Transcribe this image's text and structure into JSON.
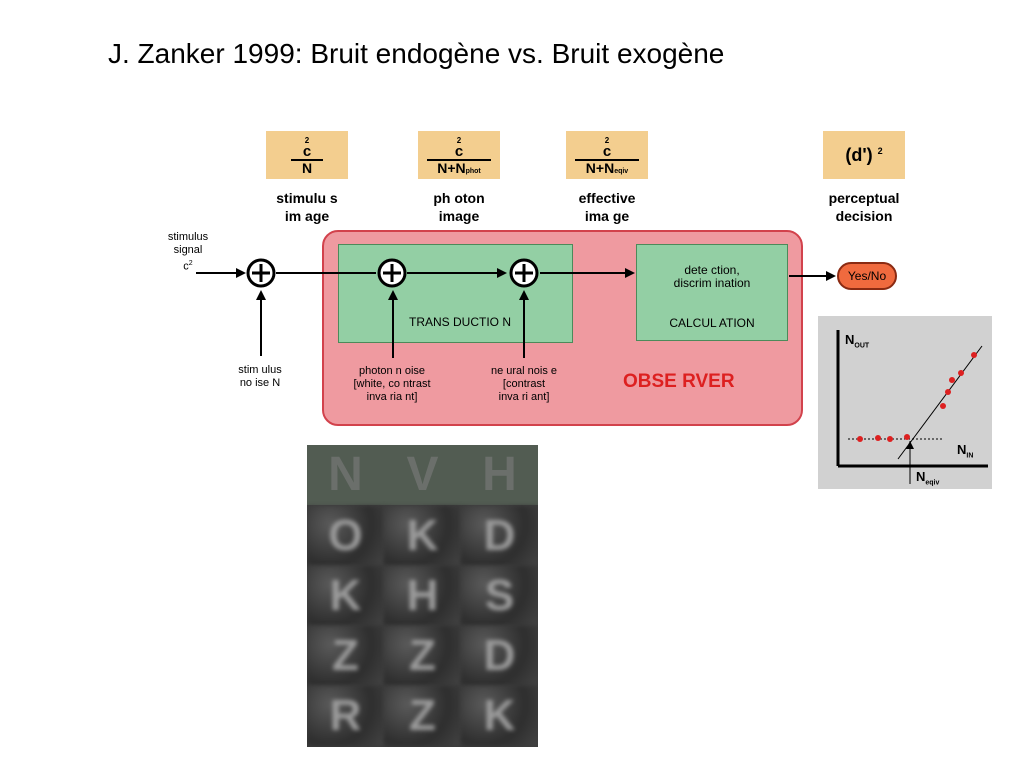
{
  "title": "J. Zanker 1999: Bruit endogène vs. Bruit exogène",
  "formulas": {
    "stimulus": {
      "sup": "2",
      "num": "c",
      "den": "N"
    },
    "photon": {
      "sup": "2",
      "num": "c",
      "den": "N+N",
      "sub": "phot"
    },
    "effective": {
      "sup": "2",
      "num": "c",
      "den": "N+N",
      "sub": "eqiv"
    },
    "decision": {
      "text": "(d')",
      "sup": "2"
    }
  },
  "captions": {
    "stimulus_line1": "stimulu s",
    "stimulus_line2": "im age",
    "photon_line1": "ph oton",
    "photon_line2": "image",
    "effective_line1": "effective",
    "effective_line2": "ima ge",
    "decision_line1": "perceptual",
    "decision_line2": "decision"
  },
  "labels": {
    "stimulus_signal_1": "stimulus",
    "stimulus_signal_2": "signal",
    "stimulus_signal_c": "c",
    "stimulus_signal_sup": "2",
    "stimulus_noise_1": "stim ulus",
    "stimulus_noise_2": "no ise N",
    "photon_noise_1": "photon n oise",
    "photon_noise_2": "[white, co ntrast",
    "photon_noise_3": "inva ria nt]",
    "neural_noise_1": "ne ural nois e",
    "neural_noise_2": "[contrast",
    "neural_noise_3": "inva ri ant]",
    "transduction": "TRANS DUCTIO N",
    "detection_1": "dete ction,",
    "detection_2": "discrim ination",
    "calculation": "CALCUL ATION",
    "observer": "OBSE RVER",
    "yesno": "Yes/No"
  },
  "plot": {
    "y_label": "N",
    "y_sub": "OUT",
    "x_label": "N",
    "x_sub": "IN",
    "eq_label": "N",
    "eq_sub": "eqiv"
  },
  "letters": {
    "header": [
      "N",
      "V",
      "H"
    ],
    "rows": [
      [
        "O",
        "K",
        "D"
      ],
      [
        "K",
        "H",
        "S"
      ],
      [
        "Z",
        "Z",
        "D"
      ],
      [
        "R",
        "Z",
        "K"
      ]
    ]
  },
  "colors": {
    "formula_bg": "#f3ce8f",
    "observer_bg": "#ef9aa0",
    "green_box": "#93cfa4",
    "yesno": "#f06a3e",
    "plot_point": "#dd2020"
  }
}
